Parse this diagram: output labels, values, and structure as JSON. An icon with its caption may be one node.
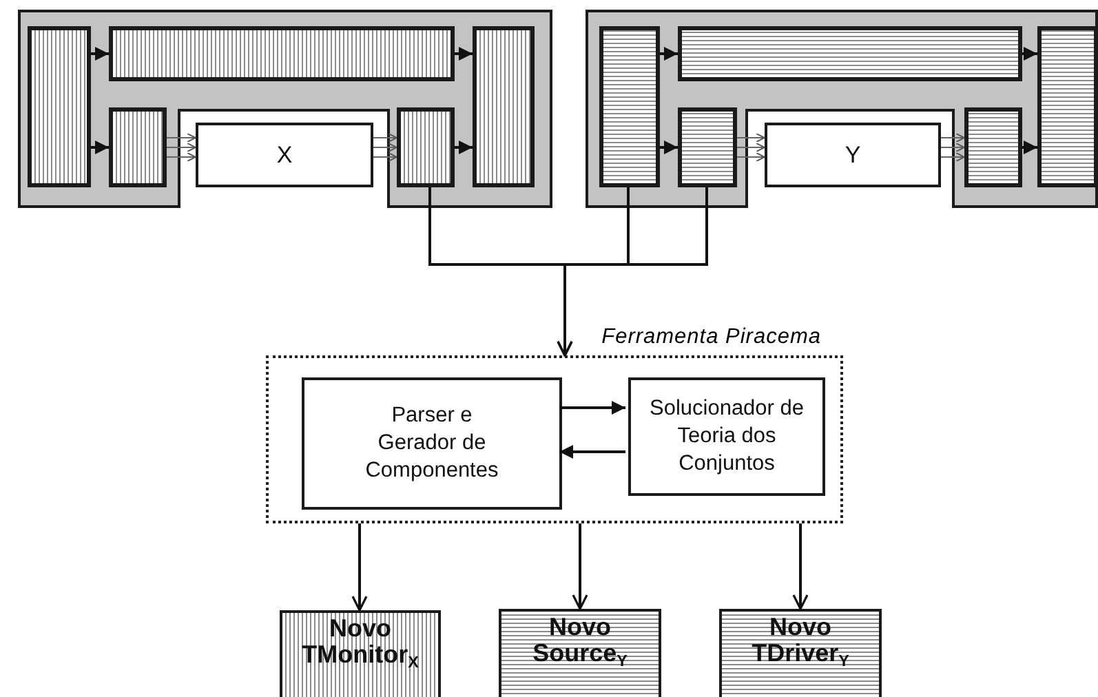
{
  "diagram": {
    "nodes": [
      {
        "text": [],
        "shape": "box"
      },
      {
        "text": [],
        "shape": "box",
        "in": 0
      },
      {
        "text": [],
        "shape": "box",
        "in": 0
      },
      {
        "text": [],
        "shape": "box",
        "in": 0
      },
      {
        "text": [],
        "shape": "box",
        "in": 0
      },
      {
        "text": [
          "X"
        ]
      },
      {
        "text": [],
        "shape": "box",
        "in": 0
      },
      {
        "text": [],
        "shape": "box"
      },
      {
        "text": [],
        "shape": "box",
        "in": 7
      },
      {
        "text": [],
        "shape": "box",
        "in": 7
      },
      {
        "text": [],
        "shape": "box",
        "in": 7
      },
      {
        "text": [],
        "shape": "box",
        "in": 7
      },
      {
        "text": [
          "Y"
        ]
      },
      {
        "text": [],
        "shape": "box",
        "in": 7
      },
      {
        "text": [
          "Ferramenta Piracema"
        ]
      },
      {
        "text": [
          "Parser e Gerador de Componentes"
        ],
        "in": 14
      },
      {
        "text": [
          "Solucionador de Teoria dos Conjuntos"
        ],
        "in": 14
      },
      {
        "text": [
          "Novo TMonitor$_{X}$"
        ]
      },
      {
        "text": [
          "Novo Source$_{Y}$"
        ]
      },
      {
        "text": [
          "Novo TDriver$_{Y}$"
        ]
      }
    ],
    "edges": [
      {
        "from": 1,
        "to": 2,
        "arrow": "to"
      },
      {
        "from": 2,
        "to": 3,
        "arrow": "to"
      },
      {
        "from": 1,
        "to": 4,
        "arrow": "to"
      },
      {
        "from": 6,
        "to": 3,
        "arrow": "to"
      },
      {
        "from": 4,
        "to": 5,
        "arrow": "to",
        "color": "#666666"
      },
      {
        "from": 4,
        "to": 5,
        "arrow": "to",
        "color": "#666666"
      },
      {
        "from": 4,
        "to": 5,
        "arrow": "to",
        "color": "#666666"
      },
      {
        "from": 5,
        "to": 6,
        "arrow": "to",
        "color": "#666666"
      },
      {
        "from": 5,
        "to": 6,
        "arrow": "to",
        "color": "#666666"
      },
      {
        "from": 5,
        "to": 6,
        "arrow": "to",
        "color": "#666666"
      },
      {
        "from": 8,
        "to": 9,
        "arrow": "to"
      },
      {
        "from": 9,
        "to": 10,
        "arrow": "to"
      },
      {
        "from": 8,
        "to": 11,
        "arrow": "to"
      },
      {
        "from": 13,
        "to": 10,
        "arrow": "to"
      },
      {
        "from": 11,
        "to": 12,
        "arrow": "to",
        "color": "#666666"
      },
      {
        "from": 11,
        "to": 12,
        "arrow": "to",
        "color": "#666666"
      },
      {
        "from": 11,
        "to": 12,
        "arrow": "to",
        "color": "#666666"
      },
      {
        "from": 12,
        "to": 13,
        "arrow": "to",
        "color": "#666666"
      },
      {
        "from": 12,
        "to": 13,
        "arrow": "to",
        "color": "#666666"
      },
      {
        "from": 12,
        "to": 13,
        "arrow": "to",
        "color": "#666666"
      },
      {
        "from": 6,
        "to": 14,
        "arrow": "to"
      },
      {
        "from": 8,
        "to": 14,
        "arrow": "to"
      },
      {
        "from": 11,
        "to": 14,
        "arrow": "to"
      },
      {
        "from": 15,
        "to": 16,
        "arrow": "to"
      },
      {
        "from": 16,
        "to": 15,
        "arrow": "to"
      },
      {
        "from": 14,
        "to": 17,
        "arrow": "to"
      },
      {
        "from": 14,
        "to": 18,
        "arrow": "to"
      },
      {
        "from": 14,
        "to": 19,
        "arrow": "to"
      }
    ]
  }
}
